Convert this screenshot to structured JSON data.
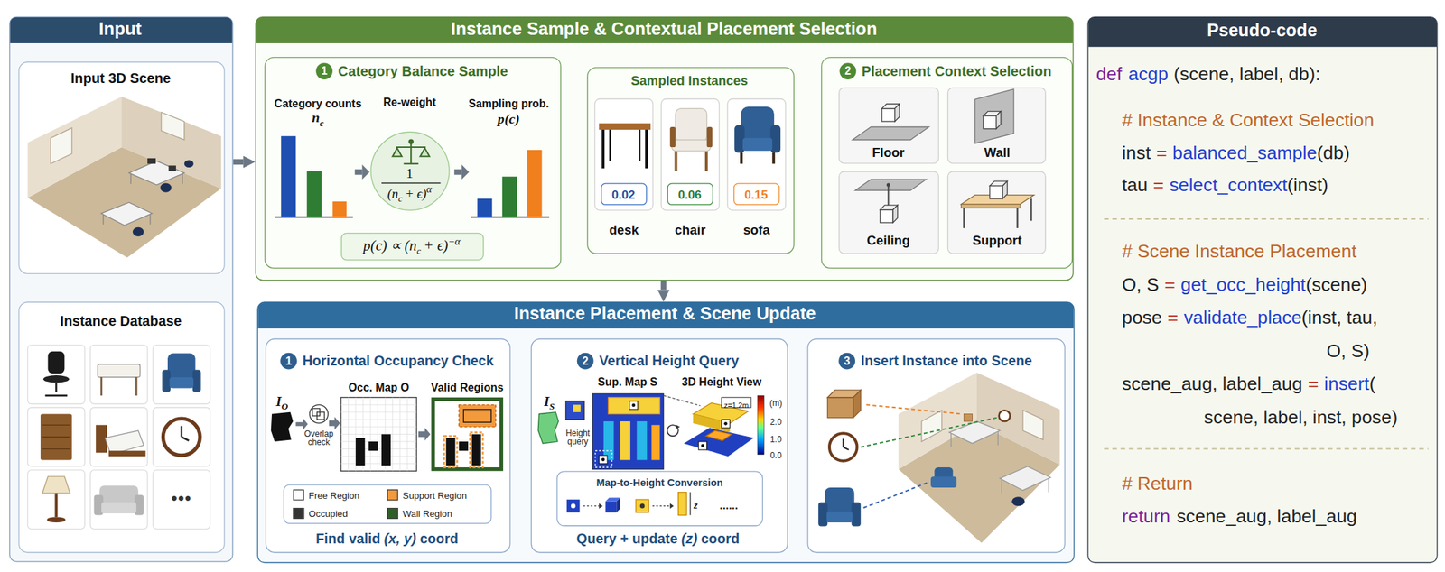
{
  "diagram": {
    "nodes": [
      {
        "text": [
          "Input"
        ]
      },
      {
        "text": [
          "Input 3D Scene"
        ],
        "in": 0
      },
      {
        "text": [
          "Instance Database"
        ],
        "in": 0
      },
      {
        "text": [
          "Instance Sample & Contextual Placement Selection"
        ]
      },
      {
        "text": [
          "1",
          "Category Balance Sample"
        ],
        "in": 3
      },
      {
        "text": [
          "Re-weight",
          "1",
          "(n",
          "c",
          "+ ϵ)",
          "α"
        ],
        "in": 4
      },
      {
        "text": [
          "p(c) ∝ (n",
          "c",
          "+ ϵ)",
          "−α"
        ],
        "in": 4
      },
      {
        "text": [
          "Sampled Instances"
        ],
        "in": 3
      },
      {
        "text": [
          "desk"
        ],
        "in": 7
      },
      {
        "text": [
          "0.02"
        ],
        "in": 8
      },
      {
        "text": [
          "chair"
        ],
        "in": 7
      },
      {
        "text": [
          "0.06"
        ],
        "in": 10
      },
      {
        "text": [
          "sofa"
        ],
        "in": 7
      },
      {
        "text": [
          "0.15"
        ],
        "in": 12
      },
      {
        "text": [
          "2",
          "Placement Context Selection"
        ],
        "in": 3
      },
      {
        "text": [
          "Floor"
        ],
        "in": 14
      },
      {
        "text": [
          "Wall"
        ],
        "in": 14
      },
      {
        "text": [
          "Ceiling"
        ],
        "in": 14
      },
      {
        "text": [
          "Support"
        ],
        "in": 14
      },
      {
        "text": [
          "Instance Placement & Scene Update"
        ]
      },
      {
        "text": [
          "1",
          "Horizontal Occupancy Check",
          "Find valid",
          "(x, y)",
          "coord"
        ],
        "in": 19
      },
      {
        "text": [
          "2",
          "Vertical Height Query",
          "Query + update",
          "(z)",
          "coord"
        ],
        "in": 19
      },
      {
        "text": [
          "Map-to-Height Conversion",
          "z",
          "......"
        ],
        "in": 21
      },
      {
        "text": [
          "3",
          "Insert Instance into Scene"
        ],
        "in": 19
      },
      {
        "text": [
          "Pseudo-code",
          "def",
          "acgp",
          "(scene, label, db):",
          "# Instance & Context Selection",
          "inst",
          "=",
          "balanced_sample",
          "(db)",
          "tau",
          "=",
          "select_context",
          "(inst)",
          "# Scene Instance Placement",
          "O, S",
          "=",
          "get_occ_height",
          "(scene)",
          "pose",
          "=",
          "validate_place",
          "(inst, tau,",
          "O, S)",
          "scene_aug, label_aug",
          "=",
          "insert",
          "(",
          "scene, label, inst, pose)",
          "# Return",
          "return",
          "scene_aug, label_aug"
        ]
      }
    ],
    "edges": [
      {
        "from": 0,
        "to": 3,
        "arrow": "to"
      },
      {
        "from": 4,
        "to": 7,
        "arrow": "to"
      },
      {
        "from": 7,
        "to": 14,
        "arrow": "to"
      },
      {
        "from": 3,
        "to": 19,
        "arrow": "to"
      },
      {
        "from": 20,
        "to": 21,
        "arrow": "to"
      },
      {
        "from": 21,
        "to": 23,
        "arrow": "to"
      }
    ],
    "labels": [
      "Category counts",
      "n",
      "c",
      "Sampling prob.",
      "p(c)",
      "•••",
      "I",
      "O",
      "Overlap check",
      "Occ. Map O",
      "Valid Regions",
      "I",
      "S",
      "Height query",
      "Sup. Map S",
      "3D Height View",
      "z=1.2m",
      "(m)",
      "2.0",
      "1.0",
      "0.0"
    ],
    "legend": [
      {
        "text": "Free Region",
        "color": "#ffffff"
      },
      {
        "text": "Occupied",
        "color": "#333333"
      },
      {
        "text": "Support Region",
        "color": "#f39a3c"
      },
      {
        "text": "Wall Region",
        "color": "#2f5f27"
      }
    ]
  }
}
